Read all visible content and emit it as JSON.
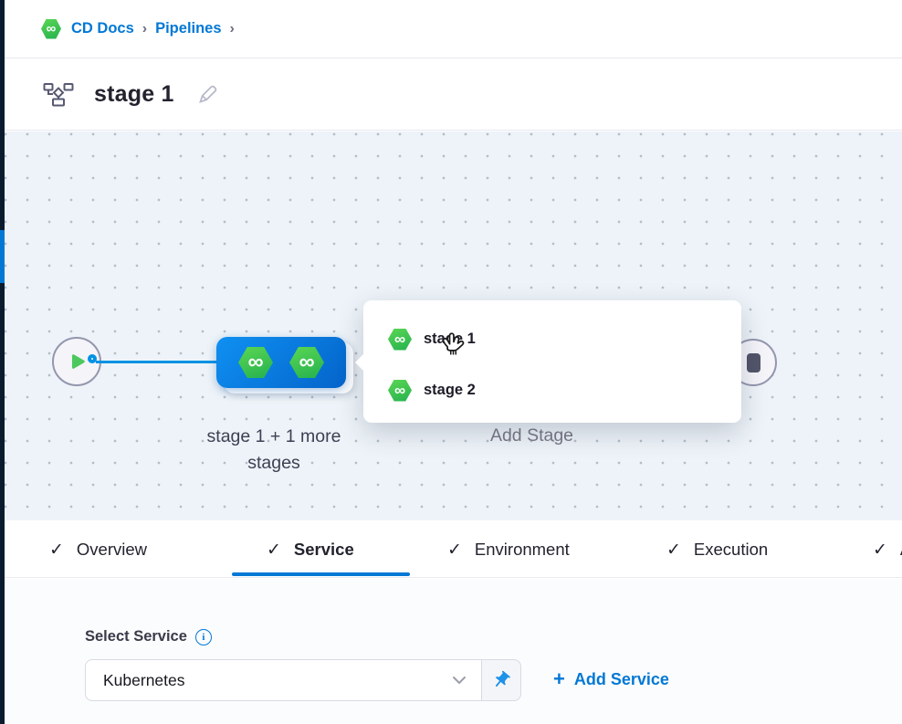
{
  "breadcrumb": {
    "icon": "harness-hexagon-icon",
    "items": [
      {
        "label": "CD Docs"
      },
      {
        "label": "Pipelines"
      }
    ],
    "separator": "›"
  },
  "header": {
    "title": "stage 1",
    "title_icon": "pipeline-flowchart-icon",
    "edit_icon": "pencil-edit-icon"
  },
  "canvas": {
    "start_node": "play-button",
    "end_node": "stop-button",
    "group_node": {
      "icons": [
        "deploy-stage-hexagon-icon",
        "deploy-stage-hexagon-icon"
      ],
      "label_line1": "stage 1 + 1 more",
      "label_line2": "stages"
    },
    "add_stage_label": "Add Stage",
    "popup": {
      "items": [
        {
          "label": "stage 1"
        },
        {
          "label": "stage 2"
        }
      ]
    },
    "cursor": "grab-hand-cursor"
  },
  "tabs": {
    "items": [
      {
        "label": "Overview"
      },
      {
        "label": "Service"
      },
      {
        "label": "Environment"
      },
      {
        "label": "Execution"
      },
      {
        "label": "A"
      }
    ],
    "active": "Service",
    "check_glyph": "✓"
  },
  "service_panel": {
    "select_label": "Select Service",
    "info_glyph": "i",
    "select_value": "Kubernetes",
    "pin_icon": "pin-icon",
    "plus_glyph": "+",
    "add_service_label": "Add Service"
  },
  "colors": {
    "primary_blue": "#0278d5",
    "connector_blue": "#0092e4",
    "stage_green": "#3bc553",
    "canvas_bg": "#edf3f8",
    "rail_dark": "#0a1b2e"
  }
}
